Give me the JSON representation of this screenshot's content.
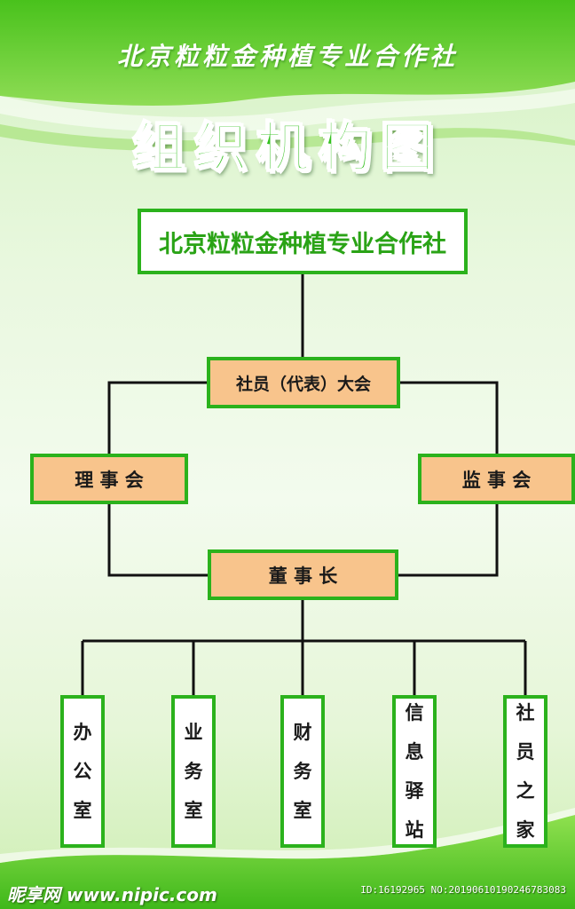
{
  "header": {
    "subtitle": "北京粒粒金种植专业合作社",
    "title": "组织机构图"
  },
  "org_chart": {
    "root": "北京粒粒金种植专业合作社",
    "assembly": "社员（代表）大会",
    "board": "理 事 会",
    "supervisory": "监 事 会",
    "chairman": "董 事 长",
    "departments": [
      "办公室",
      "业务室",
      "财务室",
      "信息驿站",
      "社员之家"
    ]
  },
  "watermark": {
    "site": "昵享网 www.nipic.com",
    "id_text": "ID:16192965 NO:20190610190246783083"
  },
  "colors": {
    "border_green": "#2bb21c",
    "title_green": "#33c11e",
    "box_orange": "#f8c48c",
    "line": "#111111"
  }
}
